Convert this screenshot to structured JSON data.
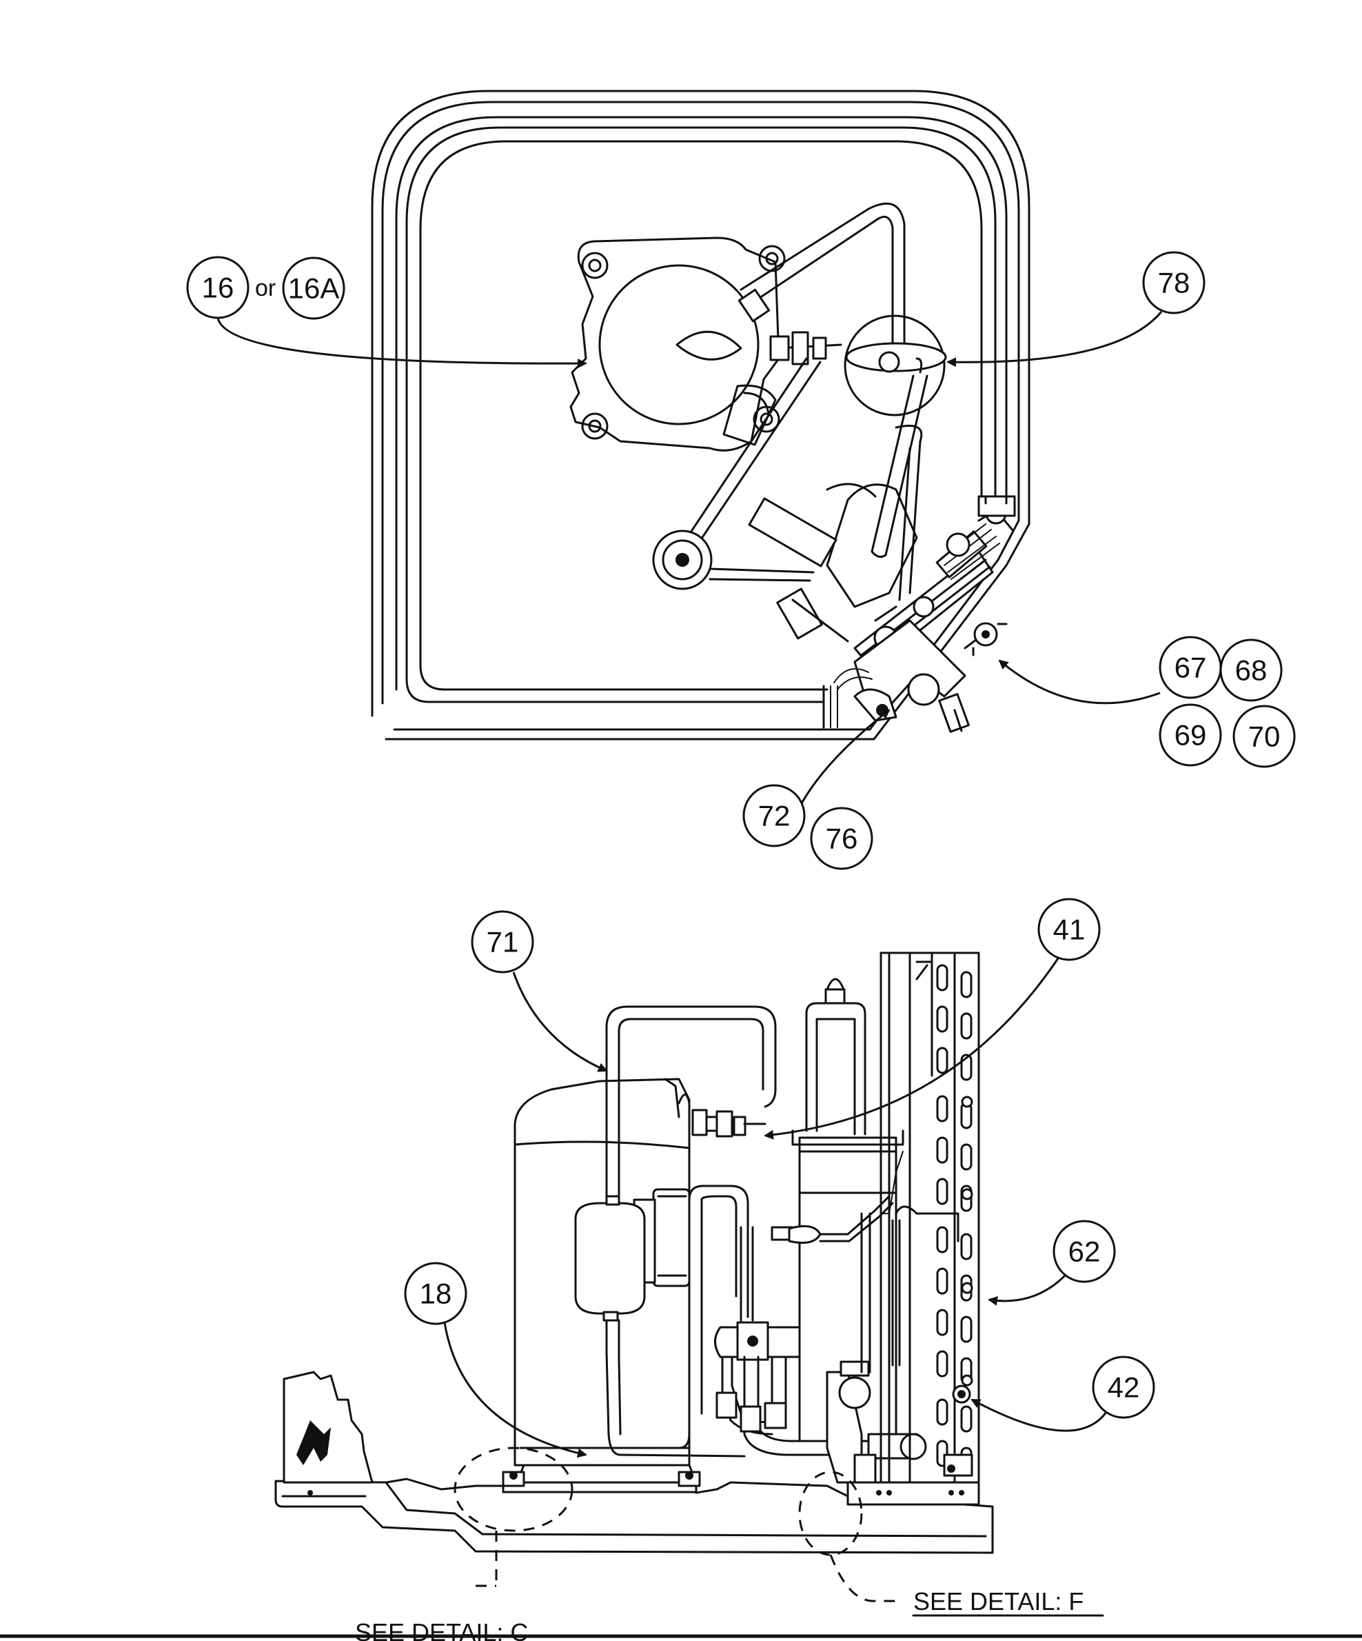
{
  "top_view": {
    "callouts": {
      "c16": "16",
      "or_text": "or",
      "c16a": "16A",
      "c78": "78",
      "c67": "67",
      "c68": "68",
      "c69": "69",
      "c70": "70",
      "c72": "72",
      "c76": "76"
    }
  },
  "side_view": {
    "callouts": {
      "c71": "71",
      "c41": "41",
      "c62": "62",
      "c18": "18",
      "c42": "42"
    },
    "detail_f": "SEE DETAIL: F",
    "detail_c": "SEE DETAIL: C"
  }
}
